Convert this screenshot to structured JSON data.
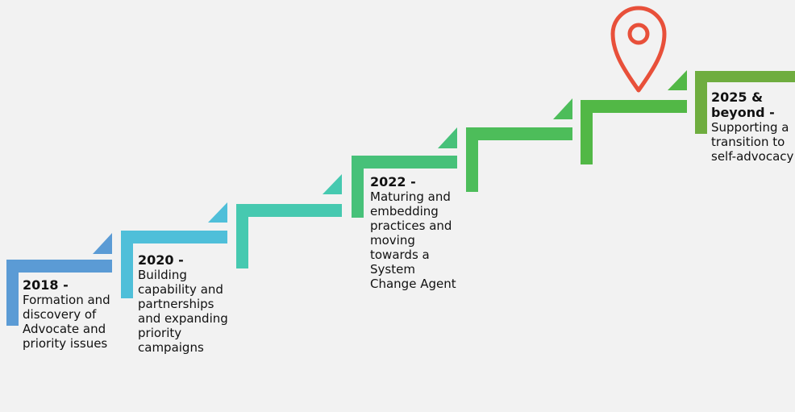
{
  "colors": {
    "background": "#f2f2f2",
    "step_1": "#5b9bd5",
    "step_2": "#4fbfd9",
    "step_3": "#46c9b0",
    "step_4": "#47c179",
    "step_5": "#4dbd5a",
    "step_6": "#52b846",
    "step_7": "#6fad3f",
    "pin": "#e8503a"
  },
  "icons": {
    "destination": "map-pin-icon"
  },
  "milestones": [
    {
      "year": "2018 -",
      "description": "Formation and discovery of Advocate and priority issues"
    },
    {
      "year": "2020 -",
      "description": "Building capability and partnerships and expanding priority campaigns"
    },
    {
      "year": "2022 -",
      "description": "Maturing and embedding practices and moving towards a System Change Agent"
    },
    {
      "year": "2025 & beyond  -",
      "description": "Supporting a transition to self-advocacy"
    }
  ]
}
